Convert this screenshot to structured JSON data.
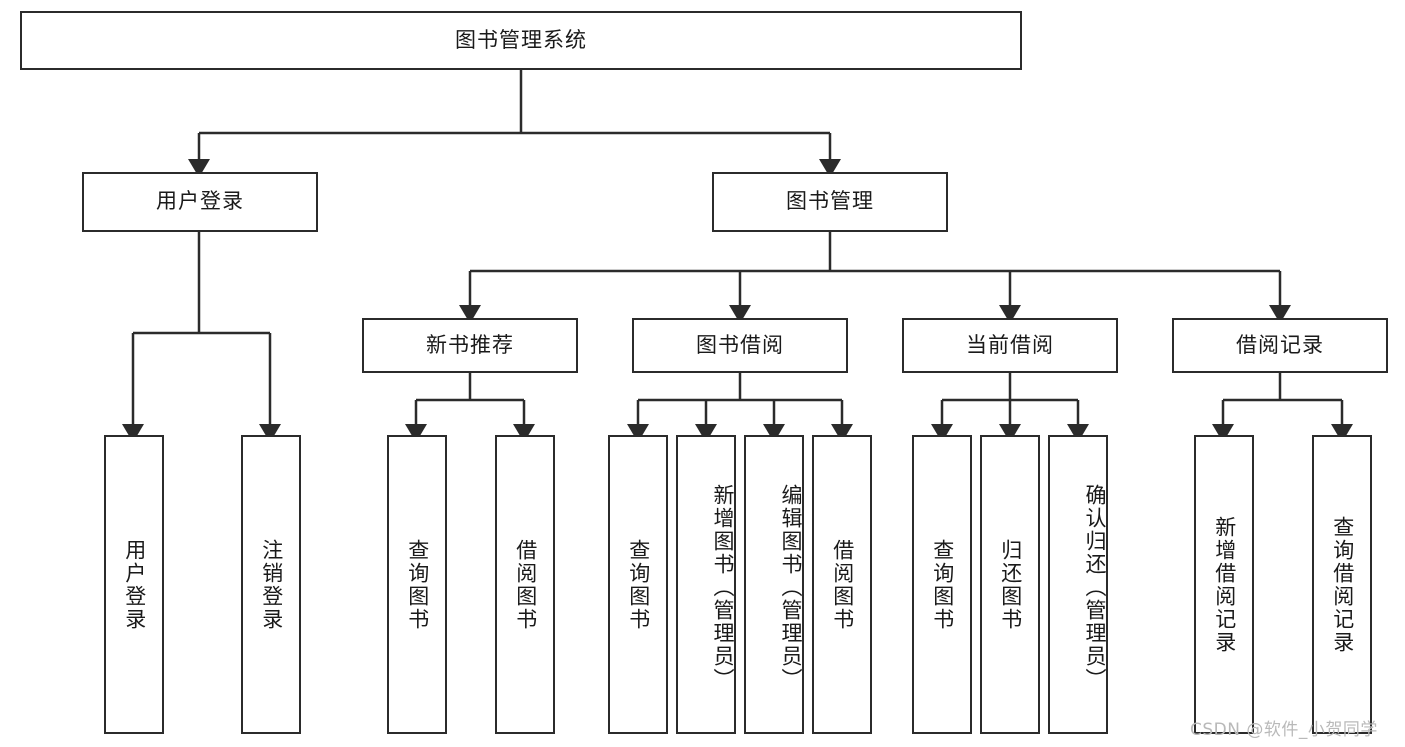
{
  "diagram": {
    "type": "hierarchy-tree",
    "title": "图书管理系统",
    "root": {
      "label": "图书管理系统"
    },
    "level1": [
      {
        "label": "用户登录"
      },
      {
        "label": "图书管理"
      }
    ],
    "level2": [
      {
        "label": "新书推荐"
      },
      {
        "label": "图书借阅"
      },
      {
        "label": "当前借阅"
      },
      {
        "label": "借阅记录"
      }
    ],
    "leaves": {
      "user_login": [
        {
          "label": "用户登录"
        },
        {
          "label": "注销登录"
        }
      ],
      "new_book_recommend": [
        {
          "label": "查询图书"
        },
        {
          "label": "借阅图书"
        }
      ],
      "book_borrow": [
        {
          "label": "查询图书"
        },
        {
          "label": "新增图书（管理员）"
        },
        {
          "label": "编辑图书（管理员）"
        },
        {
          "label": "借阅图书"
        }
      ],
      "current_borrow": [
        {
          "label": "查询图书"
        },
        {
          "label": "归还图书"
        },
        {
          "label": "确认归还（管理员）"
        }
      ],
      "borrow_record": [
        {
          "label": "新增借阅记录"
        },
        {
          "label": "查询借阅记录"
        }
      ]
    },
    "watermark": "CSDN @软件_小贺同学",
    "colors": {
      "stroke": "#2b2b2b",
      "fill": "#ffffff",
      "text": "#1a1a1a",
      "watermark": "#b9b9b9"
    }
  }
}
